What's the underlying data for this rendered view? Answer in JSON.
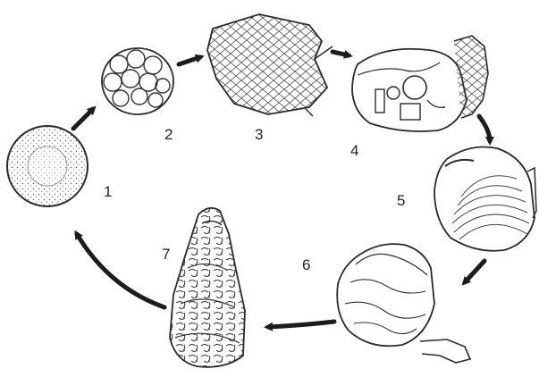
{
  "colors": {
    "ink": "#2a2a2a",
    "arrow": "#1c1c1c",
    "paper": "#ffffff"
  },
  "stages": [
    {
      "label": "1",
      "icon": "egg-icon"
    },
    {
      "label": "2",
      "icon": "cell-cluster-icon"
    },
    {
      "label": "3",
      "icon": "trochophore-larva-icon"
    },
    {
      "label": "4",
      "icon": "veliger-larva-icon"
    },
    {
      "label": "5",
      "icon": "pediveliger-shell-icon"
    },
    {
      "label": "6",
      "icon": "settled-spat-icon"
    },
    {
      "label": "7",
      "icon": "adult-oyster-icon"
    }
  ]
}
